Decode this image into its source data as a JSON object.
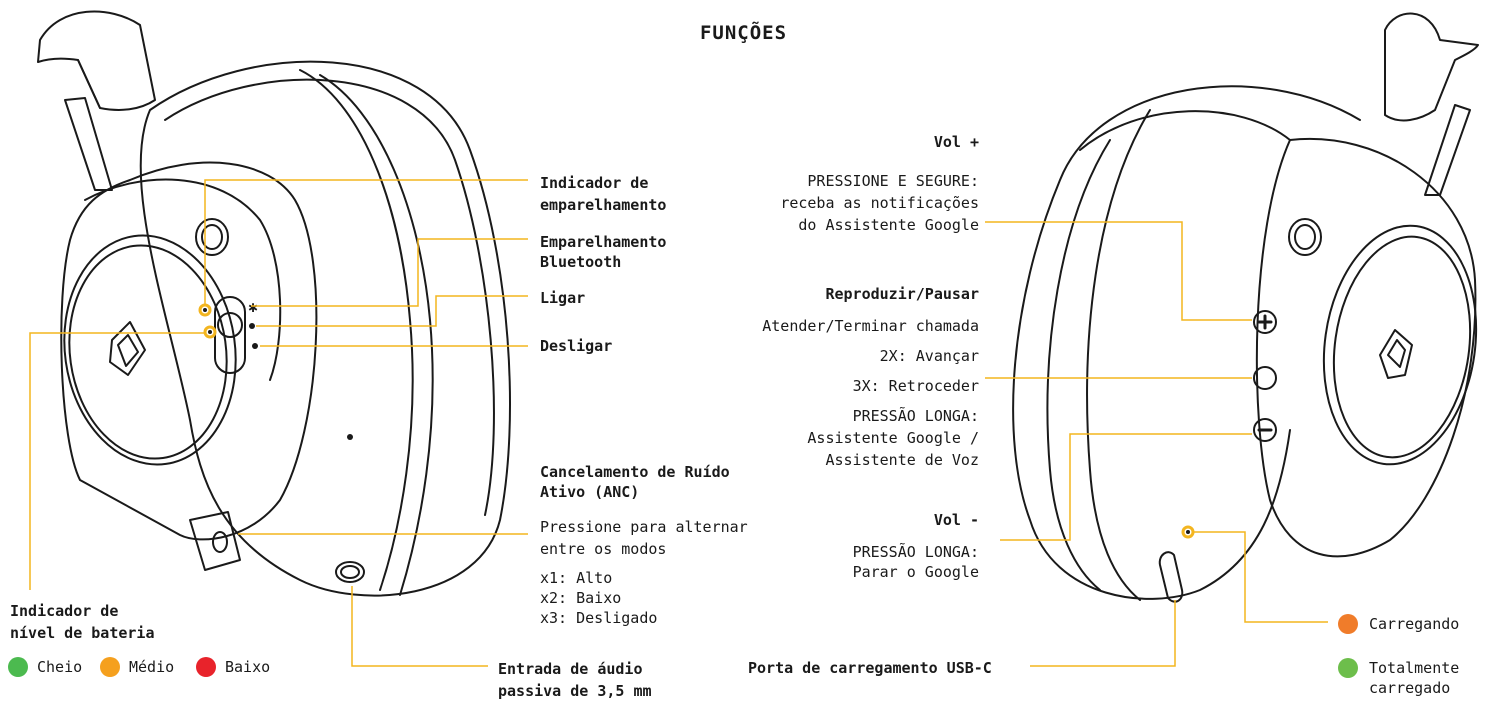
{
  "title": "FUNÇÕES",
  "left": {
    "pairing_indicator": [
      "Indicador de",
      "emparelhamento"
    ],
    "bluetooth_pairing": [
      "Emparelhamento",
      "Bluetooth"
    ],
    "power_on": "Ligar",
    "power_off": "Desligar",
    "anc_title": [
      "Cancelamento de Ruído",
      "Ativo (ANC)"
    ],
    "anc_desc": [
      "Pressione para alternar",
      "entre os modos"
    ],
    "anc_modes": [
      "x1: Alto",
      "x2: Baixo",
      "x3: Desligado"
    ],
    "battery_title": [
      "Indicador de",
      "nível de bateria"
    ],
    "battery_levels": [
      {
        "label": "Cheio",
        "color": "#4cba4f"
      },
      {
        "label": "Médio",
        "color": "#f5a01e"
      },
      {
        "label": "Baixo",
        "color": "#e8232b"
      }
    ],
    "audio_input": [
      "Entrada de áudio",
      "passiva de 3,5 mm"
    ]
  },
  "right": {
    "vol_up_title": "Vol +",
    "vol_up_desc": [
      "PRESSIONE E SEGURE:",
      "receba as notificações",
      "do Assistente Google"
    ],
    "play_title": "Reproduzir/Pausar",
    "play_desc": [
      "Atender/Terminar chamada",
      "2X: Avançar",
      "3X: Retroceder",
      "PRESSÃO LONGA:",
      "Assistente Google /",
      "Assistente de Voz"
    ],
    "vol_down_title": "Vol -",
    "vol_down_desc": [
      "PRESSÃO LONGA:",
      "Parar o Google"
    ],
    "usb_port": "Porta de carregamento USB-C",
    "charging": "Carregando",
    "charging_color": "#f07c2a",
    "charged": [
      "Totalmente",
      "carregado"
    ],
    "charged_color": "#6dbe4b"
  },
  "colors": {
    "callout": "#f3b51f",
    "line_art": "#1a1a1a"
  }
}
